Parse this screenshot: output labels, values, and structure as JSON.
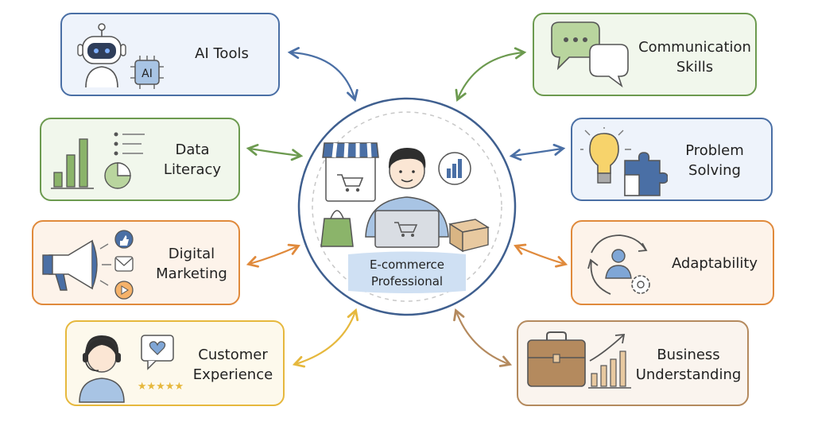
{
  "center": {
    "label": "E-commerce\nProfessional",
    "cart_icon": "shopping-cart-icon",
    "person_icon": "person-at-laptop-icon"
  },
  "skills": [
    {
      "id": "ai-tools",
      "label": "AI Tools",
      "badge": "AI",
      "icon": "robot-icon",
      "color": "#4a6fa5",
      "fill": "#eef3fb"
    },
    {
      "id": "data-literacy",
      "label": "Data\nLiteracy",
      "icon": "bar-chart-icon",
      "color": "#6c9a4f",
      "fill": "#f1f7ec"
    },
    {
      "id": "digital-marketing",
      "label": "Digital\nMarketing",
      "icon": "megaphone-icon",
      "color": "#e08a3c",
      "fill": "#fdf3ea"
    },
    {
      "id": "customer-experience",
      "label": "Customer\nExperience",
      "icon": "headset-agent-icon",
      "color": "#e6b83d",
      "fill": "#fdf9ec"
    },
    {
      "id": "communication-skills",
      "label": "Communication\nSkills",
      "icon": "speech-bubbles-icon",
      "color": "#6c9a4f",
      "fill": "#f1f7ec"
    },
    {
      "id": "problem-solving",
      "label": "Problem\nSolving",
      "icon": "lightbulb-puzzle-icon",
      "color": "#4a6fa5",
      "fill": "#eef3fb"
    },
    {
      "id": "adaptability",
      "label": "Adaptability",
      "icon": "cycle-gear-icon",
      "color": "#e08a3c",
      "fill": "#fdf3ea"
    },
    {
      "id": "business-understanding",
      "label": "Business\nUnderstanding",
      "icon": "briefcase-growth-icon",
      "color": "#b48a5e",
      "fill": "#faf4ee"
    }
  ]
}
